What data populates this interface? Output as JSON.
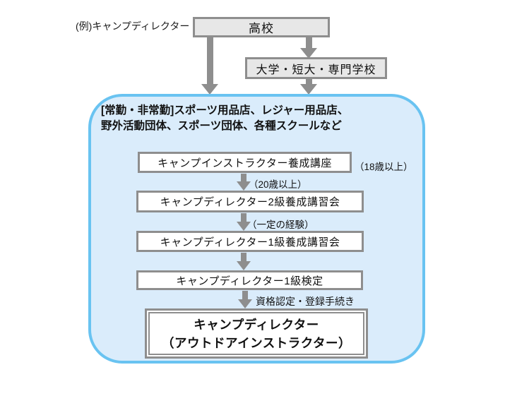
{
  "diagram": {
    "example_label": "(例)キャンプディレクター",
    "top": {
      "highschool": "高校",
      "college": "大学・短大・専門学校"
    },
    "field": {
      "header_line1": "[常勤・非常勤]スポーツ用品店、レジャー用品店、",
      "header_line2": "野外活動団体、スポーツ団体、各種スクールなど",
      "steps": [
        {
          "label": "キャンプインストラクター養成講座",
          "side_note": "（18歳以上）",
          "arrow_note": "（20歳以上）"
        },
        {
          "label": "キャンプディレクター2級養成講習会",
          "arrow_note": "（一定の経験）"
        },
        {
          "label": "キャンプディレクター1級養成講習会",
          "arrow_note": ""
        },
        {
          "label": "キャンプディレクター1級検定",
          "arrow_note": "資格認定・登録手続き"
        }
      ],
      "final": {
        "line1": "キャンプディレクター",
        "line2": "（アウトドアインストラクター）"
      }
    },
    "colors": {
      "panel_fill": "#daecfb",
      "panel_border": "#69c3f1",
      "box_border": "#8e8e8e",
      "gray_box_fill": "#e7e7e7",
      "arrow": "#8e8e8e",
      "text": "#111111"
    }
  }
}
